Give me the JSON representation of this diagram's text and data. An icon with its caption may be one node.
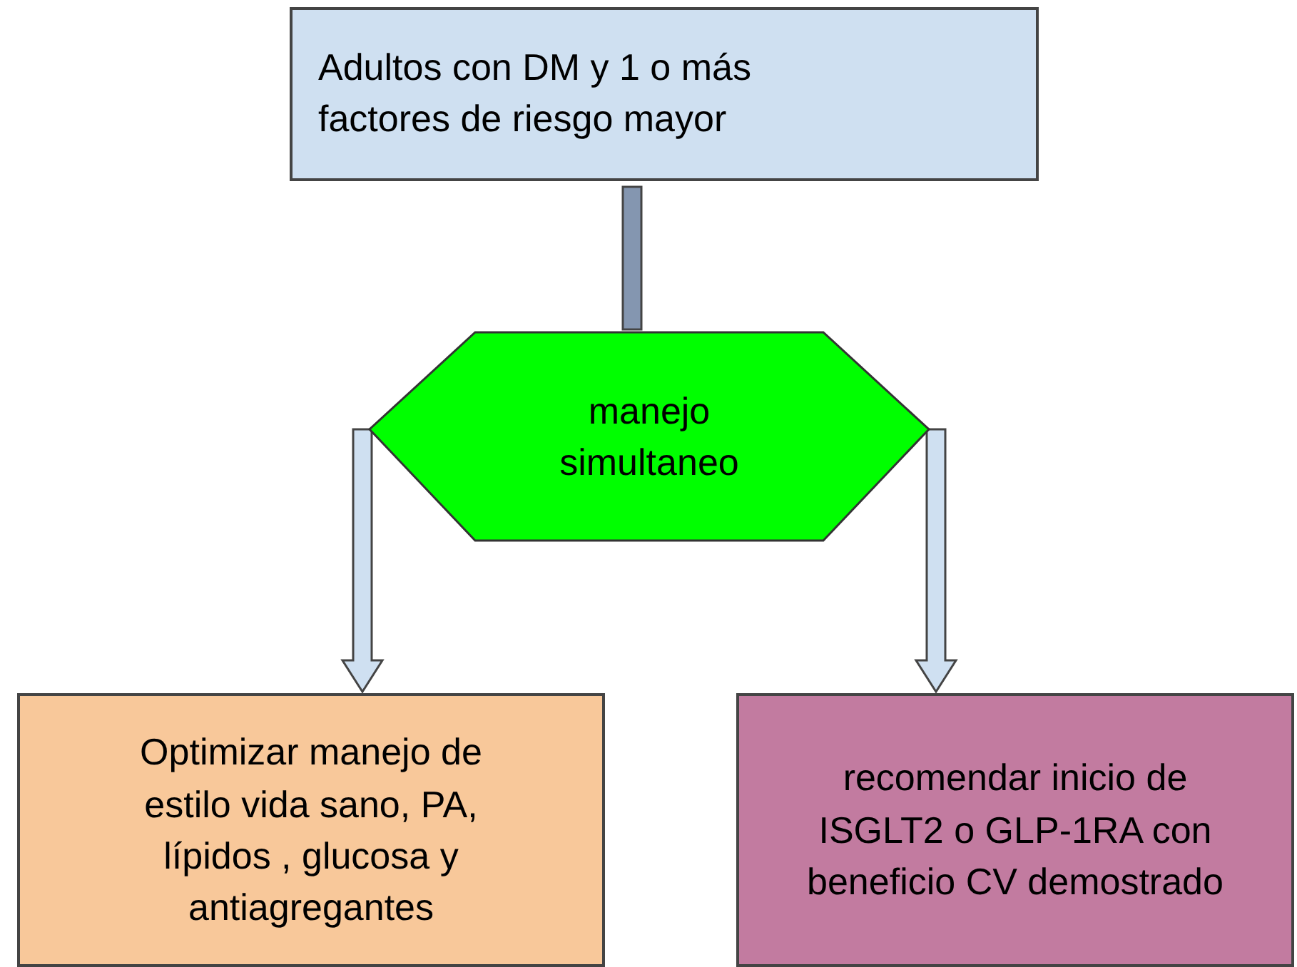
{
  "diagram": {
    "nodes": [
      {
        "text": [
          "Adultos con DM y  1 o más factores de  riesgo mayor"
        ]
      },
      {
        "text": [
          "manejo simultaneo"
        ]
      },
      {
        "text": [
          "Optimizar manejo de estilo vida sano, PA, lípidos , glucosa y antiagregantes"
        ]
      },
      {
        "text": [
          "recomendar  inicio de ISGLT2 o GLP-1RA con beneficio CV demostrado"
        ]
      }
    ],
    "edges": [
      {
        "from": 0,
        "to": 1,
        "arrow": "none",
        "color": "#8496b0"
      },
      {
        "from": 1,
        "to": 2,
        "arrow": "to"
      },
      {
        "from": 1,
        "to": 3,
        "arrow": "to"
      }
    ]
  }
}
